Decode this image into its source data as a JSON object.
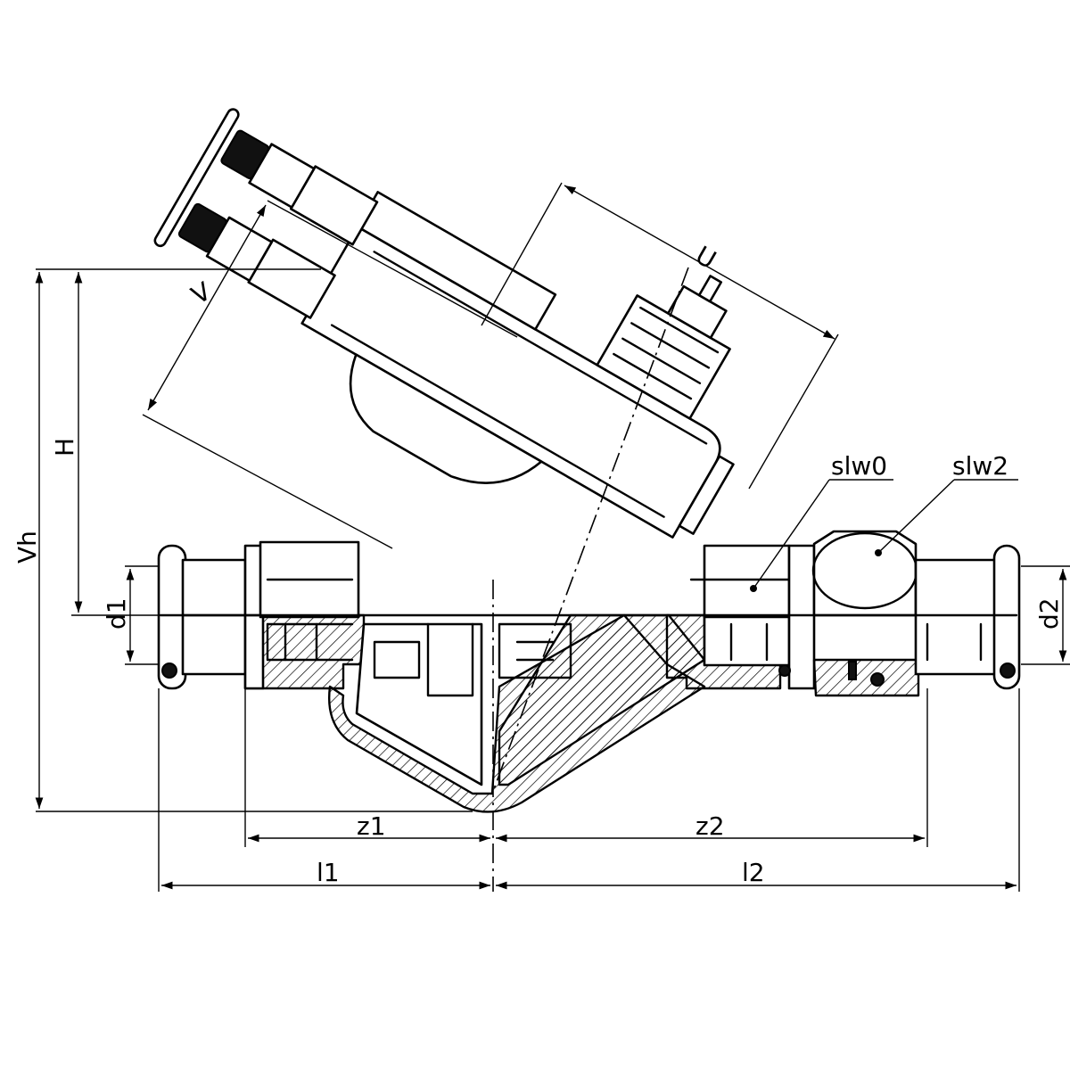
{
  "dimensions": {
    "v": "V",
    "u": "U",
    "h": "H",
    "vh": "Vh",
    "d1": "d1",
    "d2": "d2",
    "z1": "z1",
    "z2": "z2",
    "l1": "l1",
    "l2": "l2"
  },
  "callouts": {
    "slw0": "slw0",
    "slw2": "slw2"
  }
}
